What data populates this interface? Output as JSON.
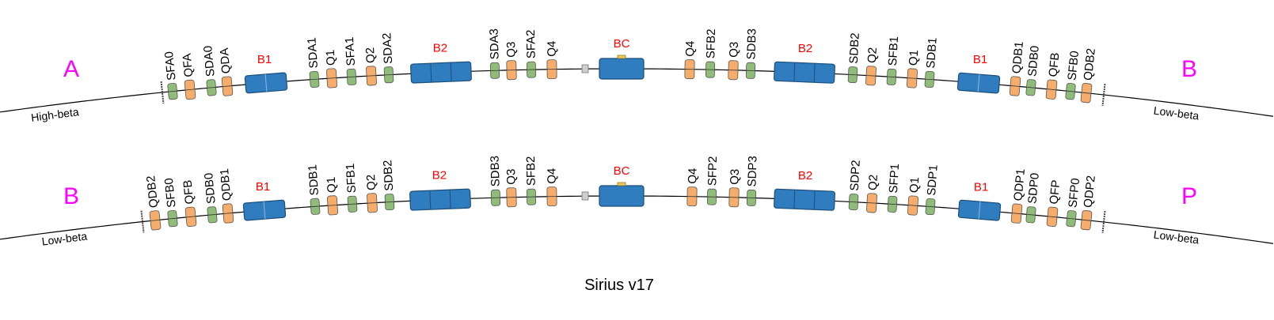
{
  "caption": "Sirius v17",
  "colors": {
    "quadrupole": "#f6ac6a",
    "sextupole": "#8fbc78",
    "dipole": "#2f7dbf",
    "dipole_dark": "#1c4e7a",
    "dipole_label": "#ff0000",
    "section_label": "#ff00ff",
    "beam_pipe": "#000000"
  },
  "rows": [
    {
      "left_end": "A",
      "right_end": "B",
      "left_beta": "High-beta",
      "right_beta": "Low-beta",
      "magnets": [
        {
          "label": "SFA0",
          "kind": "sextupole"
        },
        {
          "label": "QFA",
          "kind": "quadrupole"
        },
        {
          "label": "SDA0",
          "kind": "sextupole"
        },
        {
          "label": "QDA",
          "kind": "quadrupole"
        },
        {
          "label": "B1",
          "kind": "dipole1"
        },
        {
          "label": "SDA1",
          "kind": "sextupole"
        },
        {
          "label": "Q1",
          "kind": "quadrupole"
        },
        {
          "label": "SFA1",
          "kind": "sextupole"
        },
        {
          "label": "Q2",
          "kind": "quadrupole"
        },
        {
          "label": "SDA2",
          "kind": "sextupole"
        },
        {
          "label": "B2",
          "kind": "dipole2"
        },
        {
          "label": "SDA3",
          "kind": "sextupole"
        },
        {
          "label": "Q3",
          "kind": "quadrupole"
        },
        {
          "label": "SFA2",
          "kind": "sextupole"
        },
        {
          "label": "Q4",
          "kind": "quadrupole"
        },
        {
          "label": "BC",
          "kind": "dipolec"
        },
        {
          "label": "Q4",
          "kind": "quadrupole"
        },
        {
          "label": "SFB2",
          "kind": "sextupole"
        },
        {
          "label": "Q3",
          "kind": "quadrupole"
        },
        {
          "label": "SDB3",
          "kind": "sextupole"
        },
        {
          "label": "B2",
          "kind": "dipole2"
        },
        {
          "label": "SDB2",
          "kind": "sextupole"
        },
        {
          "label": "Q2",
          "kind": "quadrupole"
        },
        {
          "label": "SFB1",
          "kind": "sextupole"
        },
        {
          "label": "Q1",
          "kind": "quadrupole"
        },
        {
          "label": "SDB1",
          "kind": "sextupole"
        },
        {
          "label": "B1",
          "kind": "dipole1"
        },
        {
          "label": "QDB1",
          "kind": "quadrupole"
        },
        {
          "label": "SDB0",
          "kind": "sextupole"
        },
        {
          "label": "QFB",
          "kind": "quadrupole"
        },
        {
          "label": "SFB0",
          "kind": "sextupole"
        },
        {
          "label": "QDB2",
          "kind": "quadrupole"
        }
      ]
    },
    {
      "left_end": "B",
      "right_end": "P",
      "left_beta": "Low-beta",
      "right_beta": "Low-beta",
      "magnets": [
        {
          "label": "QDB2",
          "kind": "quadrupole"
        },
        {
          "label": "SFB0",
          "kind": "sextupole"
        },
        {
          "label": "QFB",
          "kind": "quadrupole"
        },
        {
          "label": "SDB0",
          "kind": "sextupole"
        },
        {
          "label": "QDB1",
          "kind": "quadrupole"
        },
        {
          "label": "B1",
          "kind": "dipole1"
        },
        {
          "label": "SDB1",
          "kind": "sextupole"
        },
        {
          "label": "Q1",
          "kind": "quadrupole"
        },
        {
          "label": "SFB1",
          "kind": "sextupole"
        },
        {
          "label": "Q2",
          "kind": "quadrupole"
        },
        {
          "label": "SDB2",
          "kind": "sextupole"
        },
        {
          "label": "B2",
          "kind": "dipole2"
        },
        {
          "label": "SDB3",
          "kind": "sextupole"
        },
        {
          "label": "Q3",
          "kind": "quadrupole"
        },
        {
          "label": "SFB2",
          "kind": "sextupole"
        },
        {
          "label": "Q4",
          "kind": "quadrupole"
        },
        {
          "label": "BC",
          "kind": "dipolec"
        },
        {
          "label": "Q4",
          "kind": "quadrupole"
        },
        {
          "label": "SFP2",
          "kind": "sextupole"
        },
        {
          "label": "Q3",
          "kind": "quadrupole"
        },
        {
          "label": "SDP3",
          "kind": "sextupole"
        },
        {
          "label": "B2",
          "kind": "dipole2"
        },
        {
          "label": "SDP2",
          "kind": "sextupole"
        },
        {
          "label": "Q2",
          "kind": "quadrupole"
        },
        {
          "label": "SFP1",
          "kind": "sextupole"
        },
        {
          "label": "Q1",
          "kind": "quadrupole"
        },
        {
          "label": "SDP1",
          "kind": "sextupole"
        },
        {
          "label": "B1",
          "kind": "dipole1"
        },
        {
          "label": "QDP1",
          "kind": "quadrupole"
        },
        {
          "label": "SDP0",
          "kind": "sextupole"
        },
        {
          "label": "QFP",
          "kind": "quadrupole"
        },
        {
          "label": "SFP0",
          "kind": "sextupole"
        },
        {
          "label": "QDP2",
          "kind": "quadrupole"
        }
      ]
    }
  ]
}
